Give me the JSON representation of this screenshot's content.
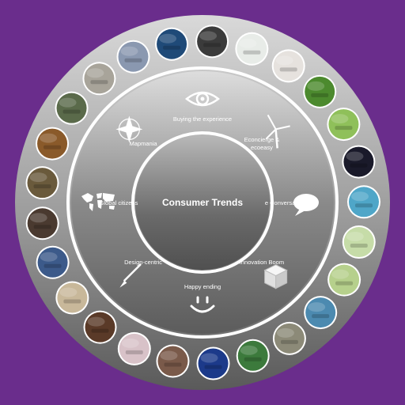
{
  "colors": {
    "background": "#6a2d8c",
    "ring_light": "#e2e2e2",
    "ring_dark": "#6a6a6a",
    "divider": "#ffffff",
    "label": "#ffffff"
  },
  "center": {
    "title": "Consumer Trends"
  },
  "trends": [
    {
      "label": "Buying the experience",
      "icon": "eye-icon"
    },
    {
      "label": "Econcierge &\necoeasy",
      "icon": "wind-turbine-icon"
    },
    {
      "label": "e Conversations",
      "icon": "speech-bubble-icon"
    },
    {
      "label": "Innovation Boom",
      "icon": "cube-icon"
    },
    {
      "label": "Happy ending",
      "icon": "smiley-icon"
    },
    {
      "label": "Design-centric",
      "icon": "paintbrush-icon"
    },
    {
      "label": "Global citizens",
      "icon": "world-map-icon"
    },
    {
      "label": "Mapmania",
      "icon": "compass-rose-icon"
    }
  ],
  "photos": [
    {
      "subject": "crowd-photo",
      "fill": "#1f4a78"
    },
    {
      "subject": "coffee-machine-photo",
      "fill": "#3b3b3b"
    },
    {
      "subject": "website-screenshot",
      "fill": "#e8ece8"
    },
    {
      "subject": "news-page-screenshot",
      "fill": "#e6e2de"
    },
    {
      "subject": "recycle-logo-photo",
      "fill": "#4c8a2e"
    },
    {
      "subject": "light-bulbs-photo",
      "fill": "#8fc05a"
    },
    {
      "subject": "dark-gadget-photo",
      "fill": "#1a1a2a"
    },
    {
      "subject": "web-page-screenshot",
      "fill": "#4fa6c8"
    },
    {
      "subject": "green-website-screenshot",
      "fill": "#c6dca8"
    },
    {
      "subject": "eco-site-screenshot",
      "fill": "#b6d08c"
    },
    {
      "subject": "brochure-photo",
      "fill": "#4c8ab0"
    },
    {
      "subject": "car-photo",
      "fill": "#8c8a78"
    },
    {
      "subject": "phone-photo",
      "fill": "#3c7a3c"
    },
    {
      "subject": "device-screen-photo",
      "fill": "#1c3a8a"
    },
    {
      "subject": "people-photo",
      "fill": "#7a5a4a"
    },
    {
      "subject": "handwriting-photo",
      "fill": "#d8c2c8"
    },
    {
      "subject": "spray-bottle-photo",
      "fill": "#5a3a28"
    },
    {
      "subject": "juice-bottles-photo",
      "fill": "#c8b89a"
    },
    {
      "subject": "site-screenshot",
      "fill": "#3c5a8a"
    },
    {
      "subject": "bottle-photo",
      "fill": "#4a3a30"
    },
    {
      "subject": "market-photo",
      "fill": "#6a5a3c"
    },
    {
      "subject": "food-photo",
      "fill": "#8a5a2a"
    },
    {
      "subject": "aerial-map-photo",
      "fill": "#5a6a4a"
    },
    {
      "subject": "map-screenshot",
      "fill": "#a8a49a"
    },
    {
      "subject": "transit-map-screenshot",
      "fill": "#8a98b0"
    }
  ]
}
